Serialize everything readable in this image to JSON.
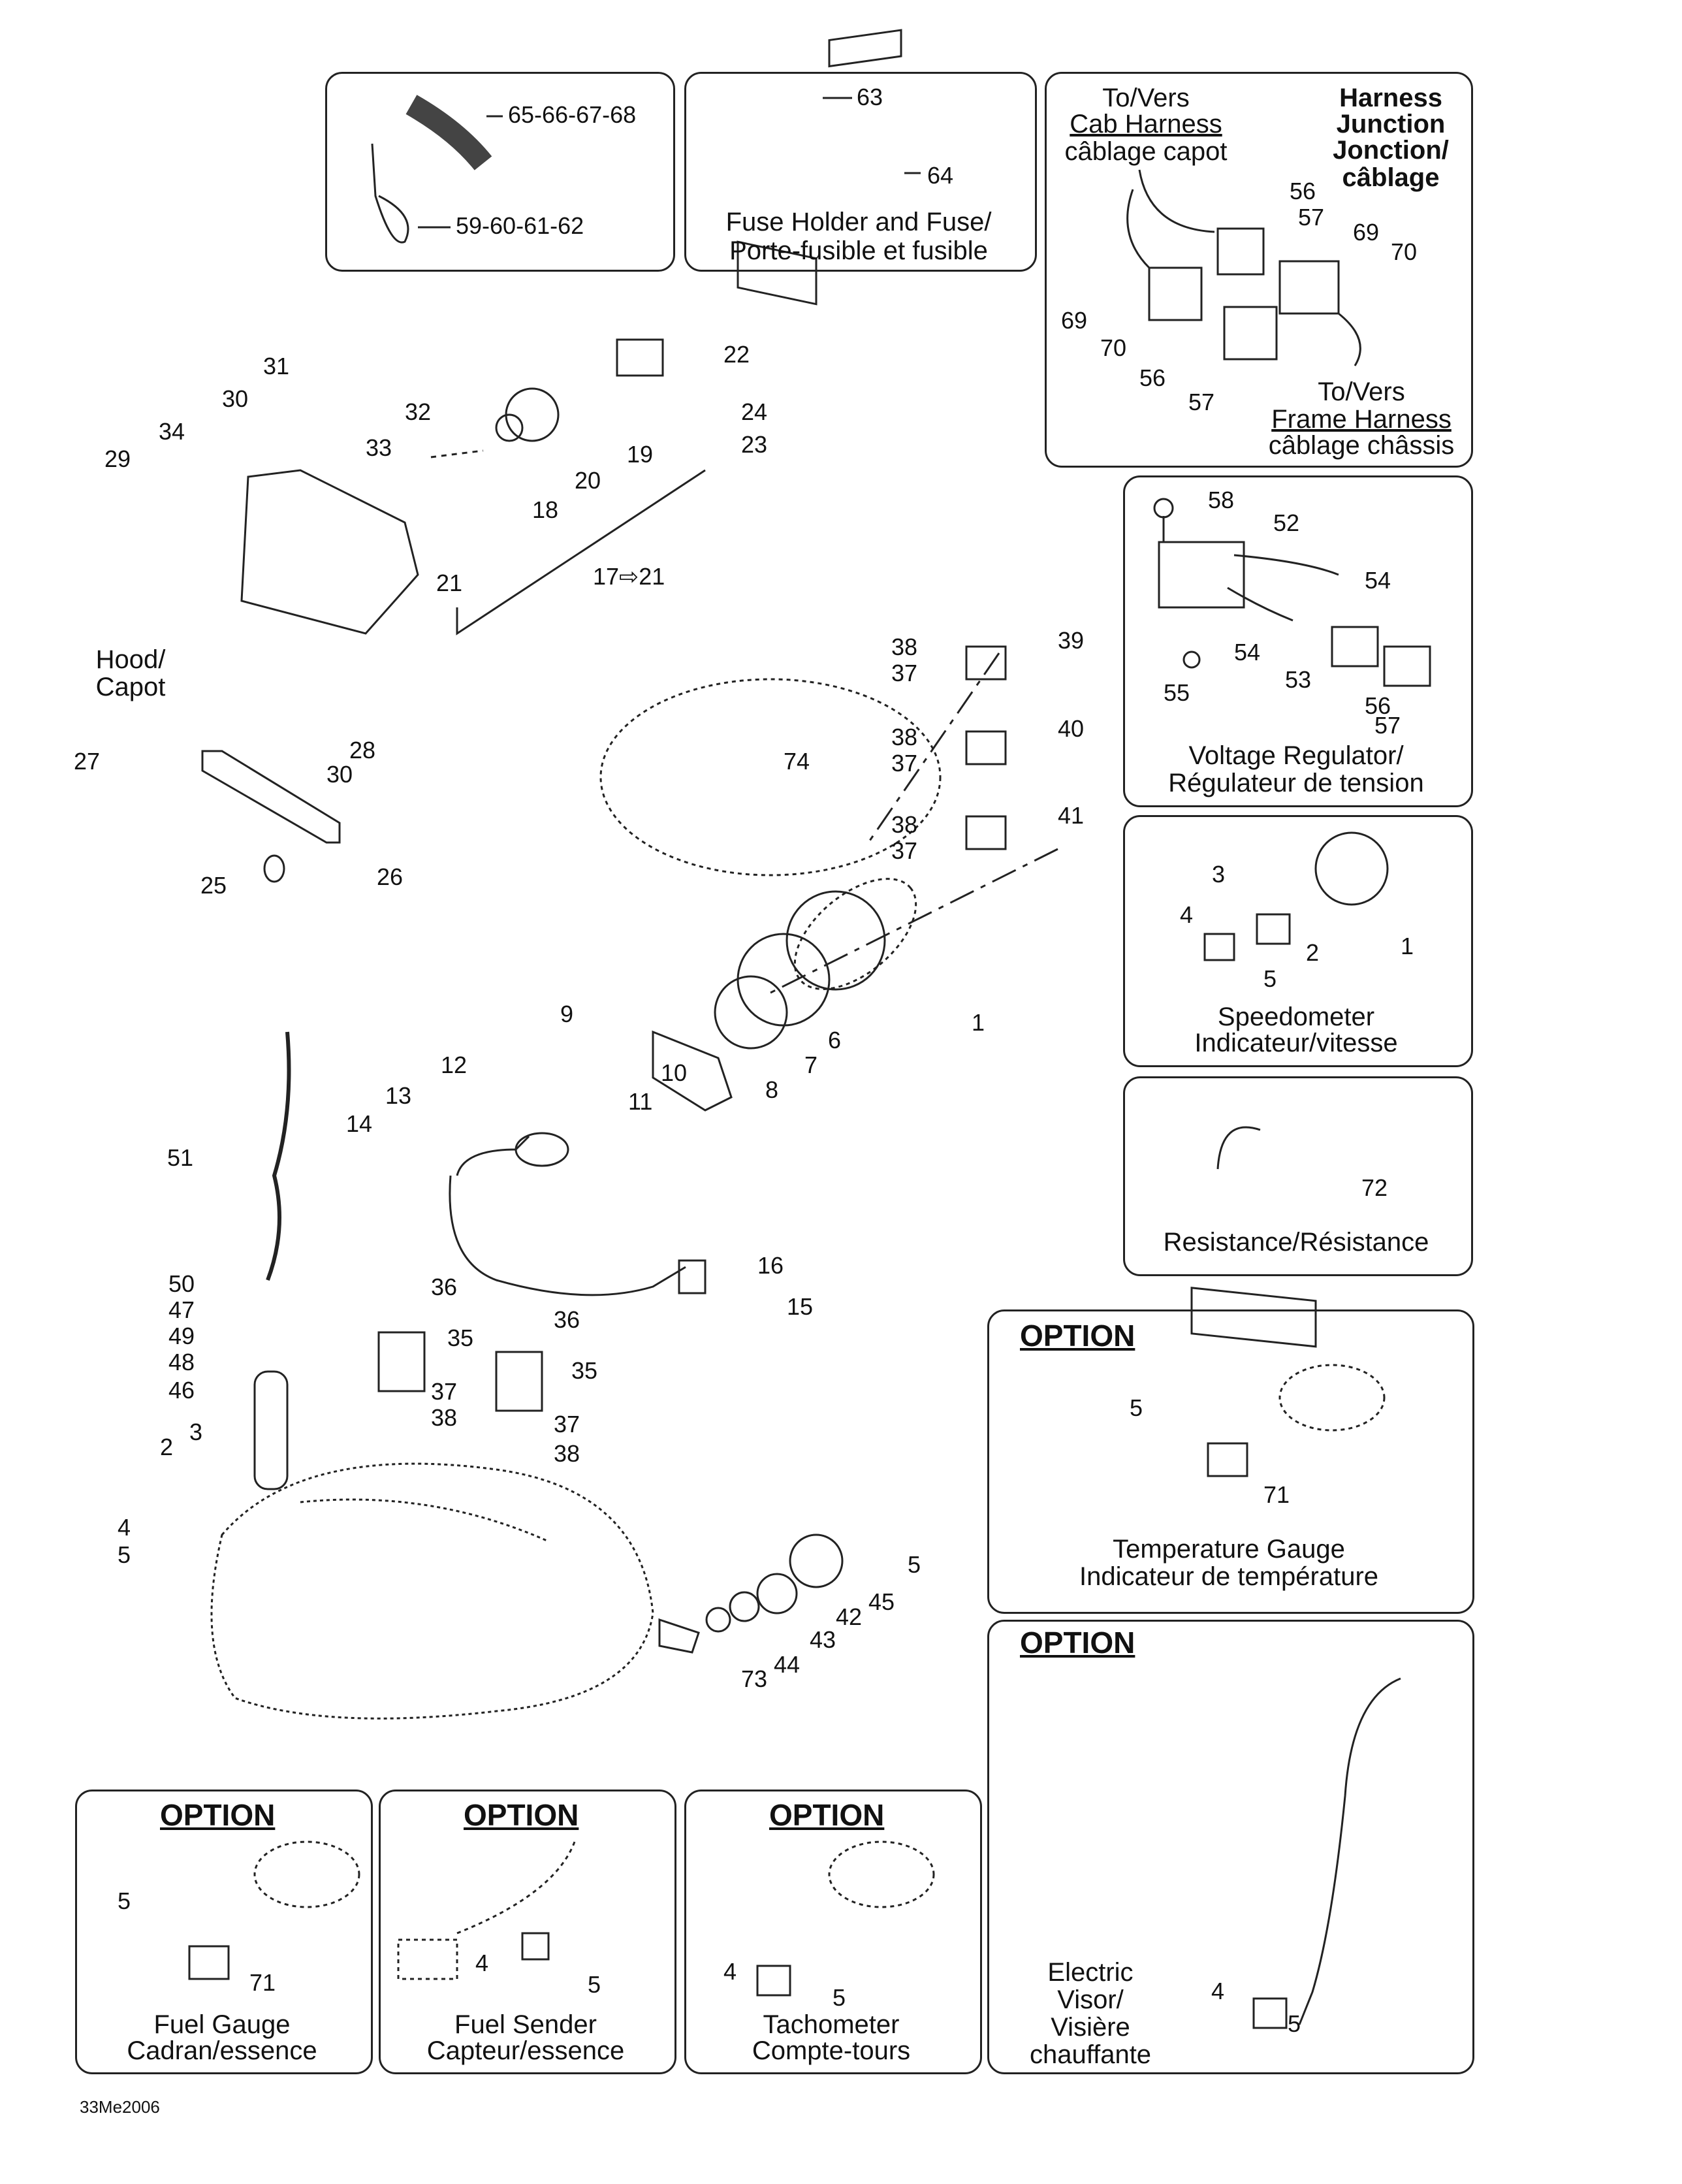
{
  "diagram_code": "33Me2006",
  "watermark_text": "",
  "insets": {
    "hose_tie": {
      "labels": [
        "65-66-67-68",
        "59-60-61-62"
      ]
    },
    "fuse": {
      "labels": [
        "63",
        "64"
      ],
      "caption_line1": "Fuse Holder and Fuse/",
      "caption_line2": "Porte-fusible et fusible"
    },
    "harness": {
      "title_line1": "Harness",
      "title_line2": "Junction",
      "title_line3": "Jonction/",
      "title_line4": "câblage",
      "to_cab_line1": "To/Vers",
      "to_cab_line2": "Cab Harness",
      "to_cab_line3": "câblage capot",
      "to_frame_line1": "To/Vers",
      "to_frame_line2": "Frame Harness",
      "to_frame_line3": "câblage châssis",
      "labels": [
        "56",
        "57",
        "69",
        "70",
        "69",
        "70",
        "56",
        "57"
      ]
    },
    "regulator": {
      "labels": [
        "58",
        "52",
        "54",
        "54",
        "53",
        "55",
        "56",
        "57"
      ],
      "caption_line1": "Voltage Regulator/",
      "caption_line2": "Régulateur de tension"
    },
    "speedometer": {
      "labels": [
        "3",
        "4",
        "2",
        "1",
        "5"
      ],
      "caption_line1": "Speedometer",
      "caption_line2": "Indicateur/vitesse"
    },
    "resistance": {
      "labels": [
        "72"
      ],
      "caption": "Resistance/Résistance"
    },
    "temp_gauge": {
      "option": "OPTION",
      "labels": [
        "5",
        "71"
      ],
      "caption_line1": "Temperature Gauge",
      "caption_line2": "Indicateur de température"
    },
    "visor": {
      "option": "OPTION",
      "labels": [
        "4",
        "5"
      ],
      "caption_line1": "Electric",
      "caption_line2": "Visor/",
      "caption_line3": "Visière",
      "caption_line4": "chauffante"
    },
    "fuel_gauge": {
      "option": "OPTION",
      "labels": [
        "5",
        "71"
      ],
      "caption_line1": "Fuel Gauge",
      "caption_line2": "Cadran/essence"
    },
    "fuel_sender": {
      "option": "OPTION",
      "labels": [
        "4",
        "5"
      ],
      "caption_line1": "Fuel Sender",
      "caption_line2": "Capteur/essence"
    },
    "tachometer": {
      "option": "OPTION",
      "labels": [
        "4",
        "5"
      ],
      "caption_line1": "Tachometer",
      "caption_line2": "Compte-tours"
    }
  },
  "main": {
    "hood_line1": "Hood/",
    "hood_line2": "Capot",
    "labels": {
      "l31": "31",
      "l30a": "30",
      "l32": "32",
      "l34": "34",
      "l33": "33",
      "l29": "29",
      "l22": "22",
      "l24": "24",
      "l23": "23",
      "l19": "19",
      "l20": "20",
      "l18": "18",
      "l21": "21",
      "l17_21": "17⇨21",
      "l28": "28",
      "l27": "27",
      "l30b": "30",
      "l25": "25",
      "l26": "26",
      "l38a": "38",
      "l37a": "37",
      "l39": "39",
      "l38b": "38",
      "l37b": "37",
      "l40": "40",
      "l74": "74",
      "l38c": "38",
      "l37c": "37",
      "l41": "41",
      "l1": "1",
      "l6": "6",
      "l7": "7",
      "l8": "8",
      "l9": "9",
      "l10": "10",
      "l11": "11",
      "l12": "12",
      "l13": "13",
      "l14": "14",
      "l51": "51",
      "l16": "16",
      "l15": "15",
      "l50": "50",
      "l47": "47",
      "l49": "49",
      "l48": "48",
      "l46": "46",
      "l36a": "36",
      "l35a": "35",
      "l37d": "37",
      "l38d": "38",
      "l36b": "36",
      "l35b": "35",
      "l37e": "37",
      "l38e": "38",
      "l2": "2",
      "l3": "3",
      "l4": "4",
      "l5a": "5",
      "l5b": "5",
      "l45": "45",
      "l42": "42",
      "l43": "43",
      "l44": "44",
      "l73": "73"
    }
  }
}
